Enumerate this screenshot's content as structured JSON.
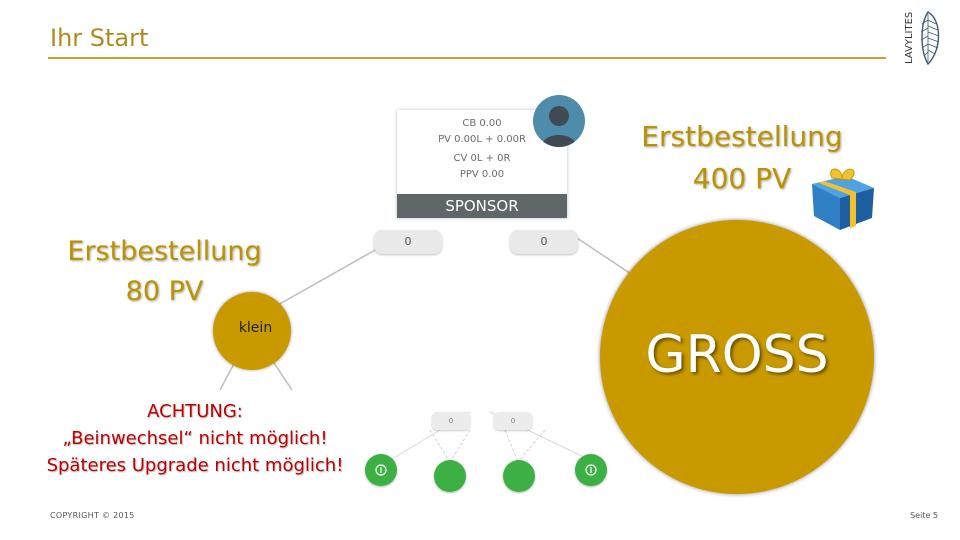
{
  "header": {
    "title": "Ihr Start",
    "logo_text": "LAVYLITES"
  },
  "sponsor_card": {
    "lines": [
      "CB 0.00",
      "PV 0.00L + 0.00R",
      "CV 0L + 0R",
      "PPV 0.00"
    ],
    "label": "SPONSOR"
  },
  "tree": {
    "left_value": "0",
    "right_value": "0"
  },
  "left_offer": {
    "line1": "Erstbestellung",
    "line2": "80 PV",
    "circle_label": "klein"
  },
  "right_offer": {
    "line1": "Erstbestellung",
    "line2": "400 PV",
    "circle_label": "GROSS"
  },
  "warning": {
    "line1": "ACHTUNG:",
    "line2": "„Beinwechsel“ nicht möglich!",
    "line3": "Späteres Upgrade nicht möglich!"
  },
  "mini_tree": {
    "left_value": "0",
    "right_value": "0"
  },
  "footer": {
    "copyright": "COPYRIGHT © 2015",
    "page": "Seite 5"
  },
  "colors": {
    "accent_gold": "#c99a00",
    "title_gold": "#b08a1e",
    "warning_red": "#c00000",
    "green": "#3cb043",
    "sponsor_bar": "#5e6669"
  }
}
